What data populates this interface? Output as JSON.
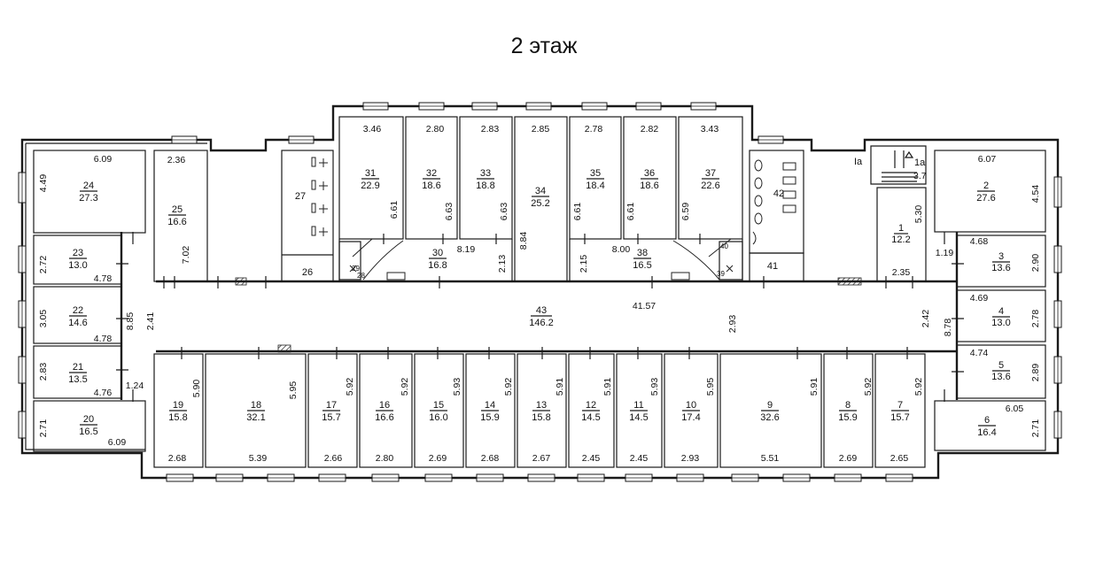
{
  "title": "2 этаж",
  "rooms": [
    {
      "id": "r1",
      "num": "1",
      "area": "12.2"
    },
    {
      "id": "r1a",
      "num": "1a",
      "area": ""
    },
    {
      "id": "r2",
      "num": "2",
      "area": "27.6"
    },
    {
      "id": "r3",
      "num": "3",
      "area": "13.6"
    },
    {
      "id": "r4",
      "num": "4",
      "area": "13.0"
    },
    {
      "id": "r5",
      "num": "5",
      "area": "13.6"
    },
    {
      "id": "r6",
      "num": "6",
      "area": "16.4"
    },
    {
      "id": "r7",
      "num": "7",
      "area": "15.7"
    },
    {
      "id": "r8",
      "num": "8",
      "area": "15.9"
    },
    {
      "id": "r9",
      "num": "9",
      "area": "32.6"
    },
    {
      "id": "r10",
      "num": "10",
      "area": "17.4"
    },
    {
      "id": "r11",
      "num": "11",
      "area": "14.5"
    },
    {
      "id": "r12",
      "num": "12",
      "area": "14.5"
    },
    {
      "id": "r13",
      "num": "13",
      "area": "15.8"
    },
    {
      "id": "r14",
      "num": "14",
      "area": "15.9"
    },
    {
      "id": "r15",
      "num": "15",
      "area": "16.0"
    },
    {
      "id": "r16",
      "num": "16",
      "area": "16.6"
    },
    {
      "id": "r17",
      "num": "17",
      "area": "15.7"
    },
    {
      "id": "r18",
      "num": "18",
      "area": "32.1"
    },
    {
      "id": "r19",
      "num": "19",
      "area": "15.8"
    },
    {
      "id": "r20",
      "num": "20",
      "area": "16.5"
    },
    {
      "id": "r21",
      "num": "21",
      "area": "13.5"
    },
    {
      "id": "r22",
      "num": "22",
      "area": "14.6"
    },
    {
      "id": "r23",
      "num": "23",
      "area": "13.0"
    },
    {
      "id": "r24",
      "num": "24",
      "area": "27.3"
    },
    {
      "id": "r25",
      "num": "25",
      "area": "16.6"
    },
    {
      "id": "r26",
      "num": "26",
      "area": ""
    },
    {
      "id": "r27",
      "num": "27",
      "area": ""
    },
    {
      "id": "r28",
      "num": "28",
      "area": ""
    },
    {
      "id": "r29",
      "num": "29",
      "area": ""
    },
    {
      "id": "r30",
      "num": "30",
      "area": "16.8"
    },
    {
      "id": "r31",
      "num": "31",
      "area": "22.9"
    },
    {
      "id": "r32",
      "num": "32",
      "area": "18.6"
    },
    {
      "id": "r33",
      "num": "33",
      "area": "18.8"
    },
    {
      "id": "r34",
      "num": "34",
      "area": "25.2"
    },
    {
      "id": "r35",
      "num": "35",
      "area": "18.4"
    },
    {
      "id": "r36",
      "num": "36",
      "area": "18.6"
    },
    {
      "id": "r37",
      "num": "37",
      "area": "22.6"
    },
    {
      "id": "r38",
      "num": "38",
      "area": "16.5"
    },
    {
      "id": "r39",
      "num": "39",
      "area": ""
    },
    {
      "id": "r40",
      "num": "40",
      "area": ""
    },
    {
      "id": "r41",
      "num": "41",
      "area": ""
    },
    {
      "id": "r42",
      "num": "42",
      "area": ""
    },
    {
      "id": "r43",
      "num": "43",
      "area": "146.2"
    }
  ],
  "dimensions": [
    {
      "id": "d_r1_w",
      "text": "2.35"
    },
    {
      "id": "d_r1_h",
      "text": "5.30"
    },
    {
      "id": "d_r1a",
      "text": "3.7"
    },
    {
      "id": "d_r2_w",
      "text": "6.07"
    },
    {
      "id": "d_r2_h",
      "text": "4.54"
    },
    {
      "id": "d_r3_w",
      "text": "4.68"
    },
    {
      "id": "d_r3_h",
      "text": "2.90"
    },
    {
      "id": "d_r3_door",
      "text": "1.19"
    },
    {
      "id": "d_r4_w",
      "text": "4.69"
    },
    {
      "id": "d_r4_h",
      "text": "2.78"
    },
    {
      "id": "d_r4_l",
      "text": "8.78"
    },
    {
      "id": "d_r5_w",
      "text": "4.74"
    },
    {
      "id": "d_r5_h",
      "text": "2.89"
    },
    {
      "id": "d_r6_w",
      "text": "6.05"
    },
    {
      "id": "d_r6_h",
      "text": "2.71"
    },
    {
      "id": "d_r7_h",
      "text": "5.92"
    },
    {
      "id": "d_r7_w",
      "text": "2.65"
    },
    {
      "id": "d_r8_h",
      "text": "5.92"
    },
    {
      "id": "d_r8_w",
      "text": "2.69"
    },
    {
      "id": "d_r9_h",
      "text": "5.91"
    },
    {
      "id": "d_r9_w",
      "text": "5.51"
    },
    {
      "id": "d_r10_h",
      "text": "5.95"
    },
    {
      "id": "d_r10_w",
      "text": "2.93"
    },
    {
      "id": "d_r11_h",
      "text": "5.93"
    },
    {
      "id": "d_r11_w",
      "text": "2.45"
    },
    {
      "id": "d_r12_h",
      "text": "5.91"
    },
    {
      "id": "d_r12_w",
      "text": "2.45"
    },
    {
      "id": "d_r13_h",
      "text": "5.91"
    },
    {
      "id": "d_r13_w",
      "text": "2.67"
    },
    {
      "id": "d_r14_h",
      "text": "5.92"
    },
    {
      "id": "d_r14_w",
      "text": "2.68"
    },
    {
      "id": "d_r15_h",
      "text": "5.93"
    },
    {
      "id": "d_r15_w",
      "text": "2.69"
    },
    {
      "id": "d_r16_h",
      "text": "5.92"
    },
    {
      "id": "d_r16_w",
      "text": "2.80"
    },
    {
      "id": "d_r17_h",
      "text": "5.92"
    },
    {
      "id": "d_r17_w",
      "text": "2.66"
    },
    {
      "id": "d_r18_h",
      "text": "5.95"
    },
    {
      "id": "d_r18_w",
      "text": "5.39"
    },
    {
      "id": "d_r19_h",
      "text": "5.90"
    },
    {
      "id": "d_r19_w",
      "text": "2.68"
    },
    {
      "id": "d_r20_h",
      "text": "2.71"
    },
    {
      "id": "d_r20_w",
      "text": "6.09"
    },
    {
      "id": "d_r21_h",
      "text": "2.83"
    },
    {
      "id": "d_r21_w",
      "text": "4.76"
    },
    {
      "id": "d_r21_door",
      "text": "1.24"
    },
    {
      "id": "d_r22_h",
      "text": "3.05"
    },
    {
      "id": "d_r22_w",
      "text": "4.78"
    },
    {
      "id": "d_r22_l",
      "text": "8.85"
    },
    {
      "id": "d_r23_h",
      "text": "2.72"
    },
    {
      "id": "d_r23_w",
      "text": "4.78"
    },
    {
      "id": "d_r24_w",
      "text": "6.09"
    },
    {
      "id": "d_r24_h",
      "text": "4.49"
    },
    {
      "id": "d_r25_w",
      "text": "2.36"
    },
    {
      "id": "d_r25_h",
      "text": "7.02"
    },
    {
      "id": "d_corr_l",
      "text": "2.41"
    },
    {
      "id": "d_r31_w",
      "text": "3.46"
    },
    {
      "id": "d_r31_h",
      "text": "6.61"
    },
    {
      "id": "d_r32_w",
      "text": "2.80"
    },
    {
      "id": "d_r32_h",
      "text": "6.63"
    },
    {
      "id": "d_r33_w",
      "text": "2.83"
    },
    {
      "id": "d_r33_h",
      "text": "6.63"
    },
    {
      "id": "d_r34_w",
      "text": "2.85"
    },
    {
      "id": "d_r34_h",
      "text": "8.84"
    },
    {
      "id": "d_r35_w",
      "text": "2.78"
    },
    {
      "id": "d_r35_h",
      "text": "6.61"
    },
    {
      "id": "d_r36_w",
      "text": "2.82"
    },
    {
      "id": "d_r36_h",
      "text": "6.61"
    },
    {
      "id": "d_r37_w",
      "text": "3.43"
    },
    {
      "id": "d_r37_h",
      "text": "6.59"
    },
    {
      "id": "d_r30_w",
      "text": "8.19"
    },
    {
      "id": "d_r30_h",
      "text": "2.13"
    },
    {
      "id": "d_r38_w",
      "text": "8.00"
    },
    {
      "id": "d_r38_h",
      "text": "2.15"
    },
    {
      "id": "d_corr_len",
      "text": "41.57"
    },
    {
      "id": "d_corr_w",
      "text": "2.93"
    },
    {
      "id": "d_corr_r",
      "text": "2.42"
    }
  ],
  "misc": {
    "label_1a_left": "Ia"
  }
}
